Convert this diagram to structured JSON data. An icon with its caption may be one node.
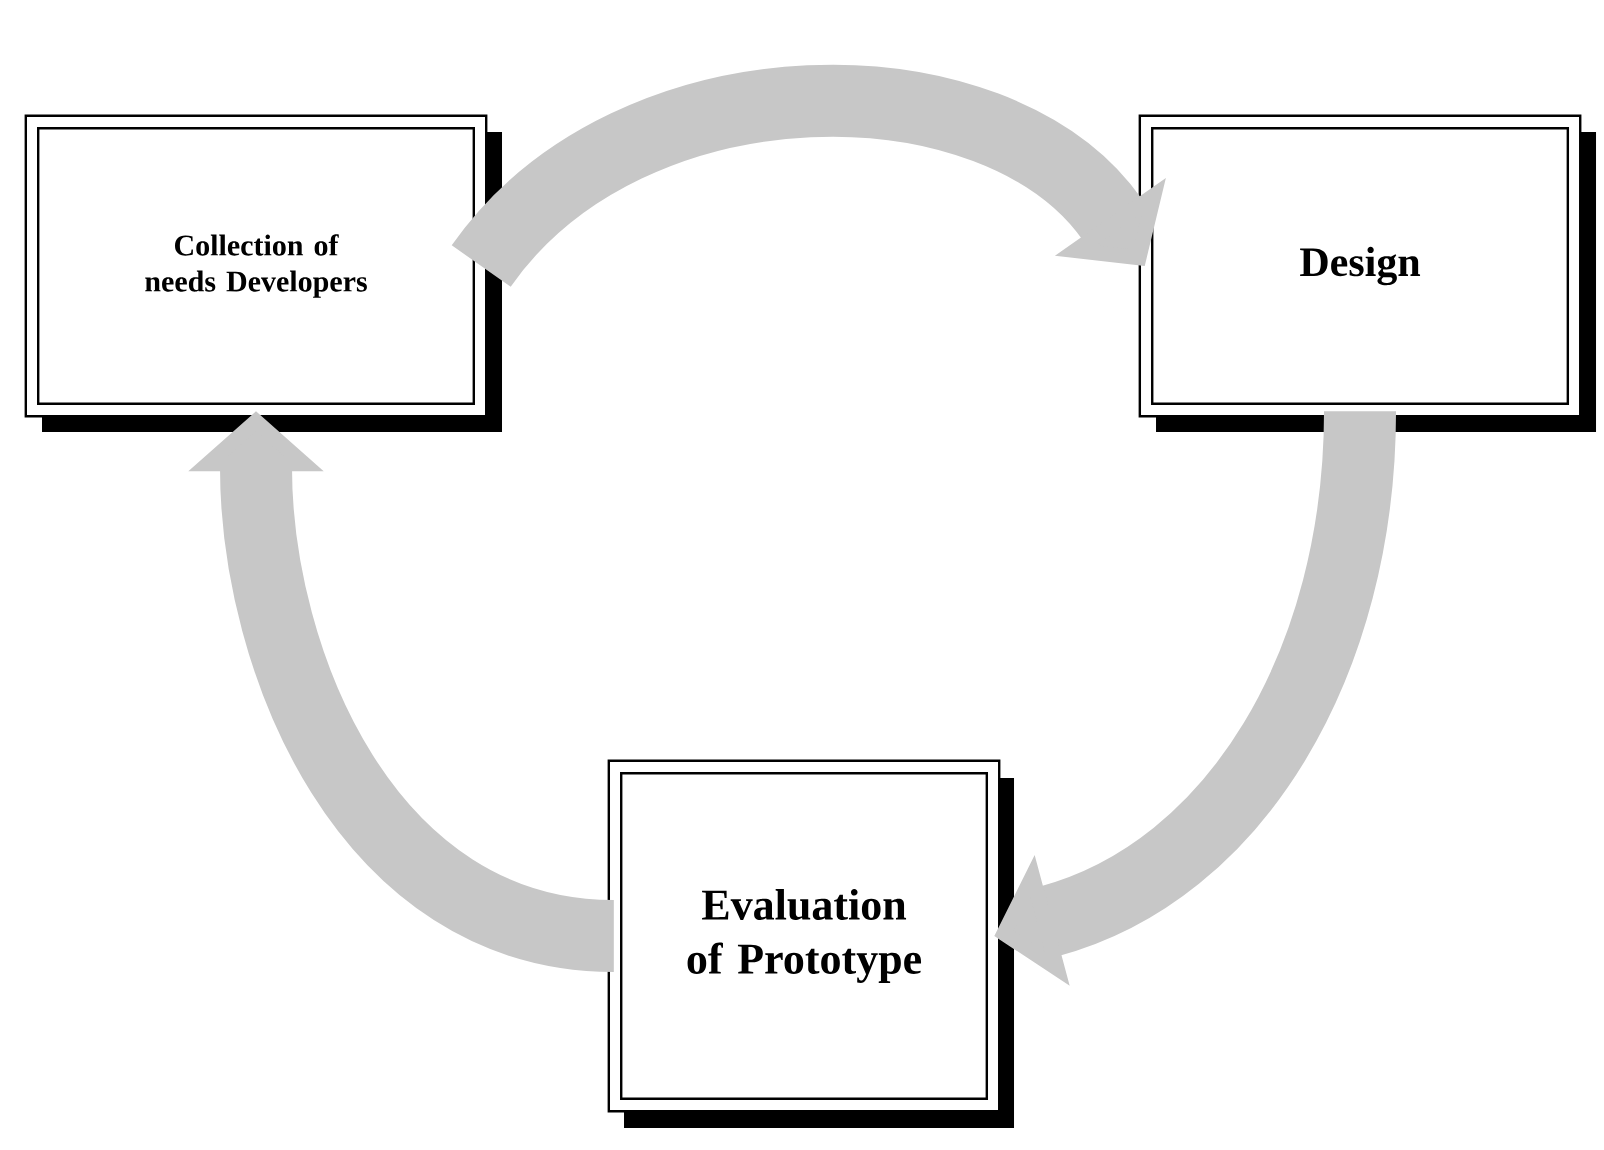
{
  "diagram": {
    "nodes": [
      {
        "text": [
          "Collection of needs Developers"
        ]
      },
      {
        "text": [
          "Design"
        ]
      },
      {
        "text": [
          "Evaluation of Prototype"
        ]
      }
    ],
    "edges": [
      {
        "from": 0,
        "to": 1,
        "arrow": "to"
      },
      {
        "from": 1,
        "to": 2,
        "arrow": "to"
      },
      {
        "from": 2,
        "to": 0,
        "arrow": "to"
      }
    ]
  }
}
